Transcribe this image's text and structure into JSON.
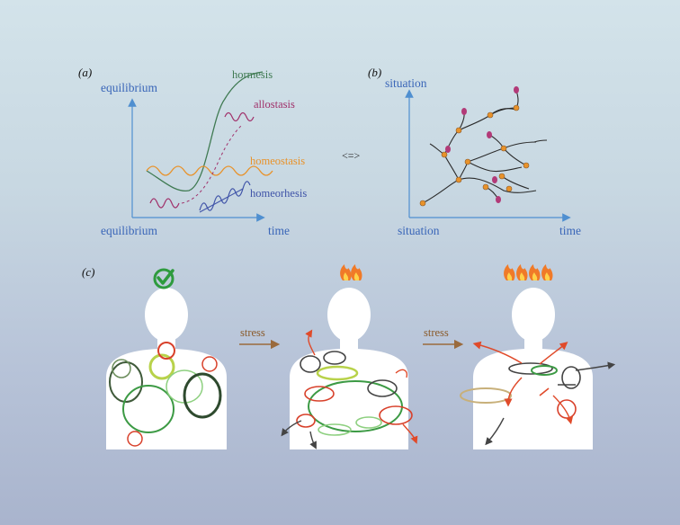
{
  "panel_a": {
    "tag": "(a)",
    "y_label": "equilibrium",
    "x_label_left": "equilibrium",
    "x_label_right": "time",
    "curves": {
      "hormesis": "hormesis",
      "allostasis": "allostasis",
      "homeostasis": "homeostasis",
      "homeorhesis": "homeorhesis"
    }
  },
  "equivalence": "<=>",
  "panel_b": {
    "tag": "(b)",
    "y_label": "situation",
    "x_label_left": "situation",
    "x_label_right": "time"
  },
  "panel_c": {
    "tag": "(c)",
    "stress_1": "stress",
    "stress_2": "stress"
  },
  "colors": {
    "axis": "#4f8fd0",
    "hormesis": "#3f7a52",
    "allostasis": "#a0306a",
    "homeostasis": "#e8922a",
    "homeorhesis": "#3f53a8",
    "silhouette": "#ffffff",
    "check": "#2e9b3e",
    "flame": "#f07a28"
  }
}
